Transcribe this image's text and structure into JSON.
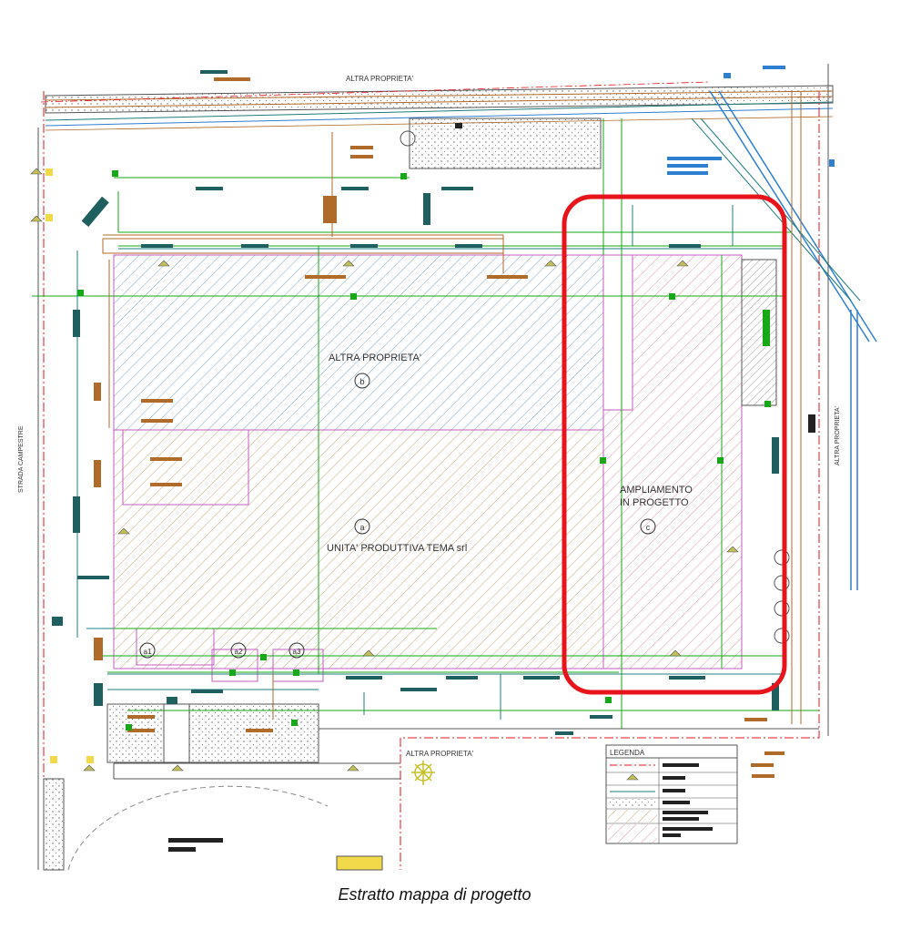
{
  "labels": {
    "altra_top": "ALTRA PROPRIETA'",
    "altra_b": "ALTRA PROPRIETA'",
    "altra_right": "ALTRA PROPRIETA'",
    "altra_bottom": "ALTRA PROPRIETA'",
    "strada": "STRADA CAMPESTRE",
    "ampliamento_1": "AMPLIAMENTO",
    "ampliamento_2": "IN PROGETTO",
    "unita": "UNITA' PRODUTTIVA TEMA srl",
    "zone_a": "a",
    "zone_b": "b",
    "zone_c": "c",
    "sub_a1": "a1",
    "sub_a2": "a2",
    "sub_a3": "a3"
  },
  "legend": {
    "title": "LEGENDA"
  },
  "caption": "Estratto mappa di progetto",
  "colors": {
    "highlight": "#e8141b",
    "hatch_blue": "#7fa7c6",
    "hatch_brown": "#c5a878",
    "hatch_pink": "#d99aaa",
    "pipe_green": "#16a816",
    "pipe_teal": "#1f7c7c",
    "pipe_orange": "#b06a2a",
    "boundary_magenta": "#c05fc0",
    "water_blue": "#2f7fd1"
  }
}
